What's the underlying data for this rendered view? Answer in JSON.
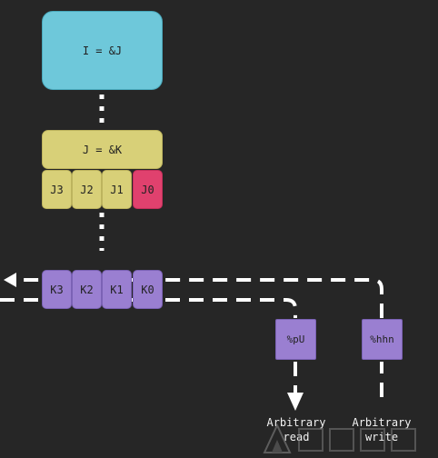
{
  "diagram": {
    "i_box": {
      "label": "I = &J",
      "color": "#6ec8da"
    },
    "j_box": {
      "label": "J = &K",
      "color": "#d8d078"
    },
    "j_cells": [
      "J3",
      "J2",
      "J1",
      "J0"
    ],
    "k_cells": [
      "K3",
      "K2",
      "K1",
      "K0"
    ],
    "highlight_color": "#e0416e",
    "k_color": "#9a7fd1",
    "format_specs": {
      "read": "%pU",
      "write": "%hhn"
    },
    "captions": {
      "read_line1": "Arbitrary",
      "read_line2": "read",
      "write_line1": "Arbitrary",
      "write_line2": "write"
    }
  }
}
